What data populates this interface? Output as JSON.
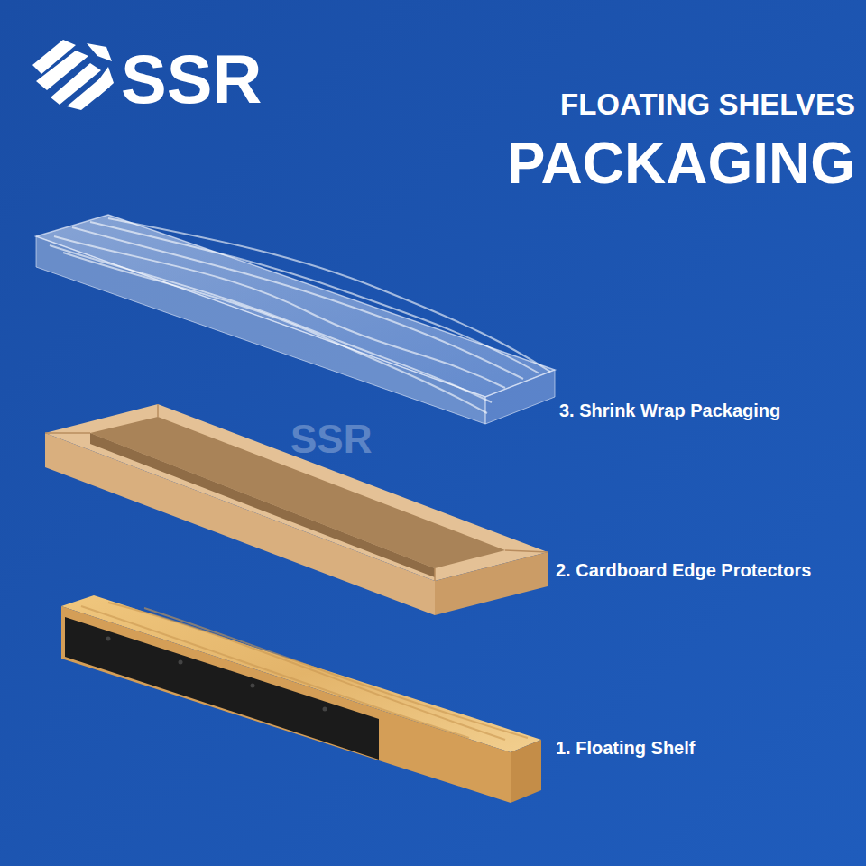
{
  "diagram": {
    "labels": [
      "SSR",
      "FLOATING SHELVES",
      "PACKAGING",
      "3. Shrink Wrap Packaging",
      "SSR",
      "2. Cardboard Edge Protectors",
      "1. Floating Shelf"
    ]
  }
}
